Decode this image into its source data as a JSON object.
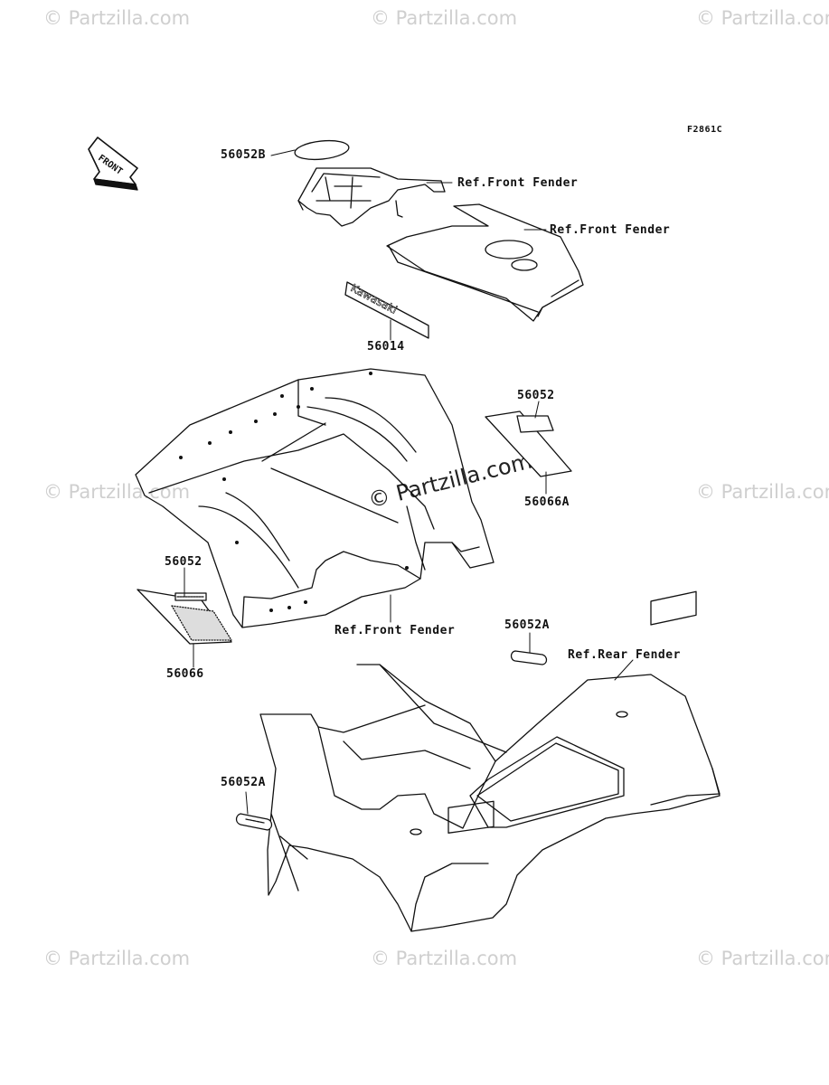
{
  "watermark": "© Partzilla.com",
  "figure_code": "F2861C",
  "direction_label": "FRONT",
  "decal_text": "Kawasaki",
  "labels": {
    "p56052B": "56052B",
    "ref_front_fender_1": "Ref.Front Fender",
    "ref_front_fender_2": "Ref.Front Fender",
    "p56014": "56014",
    "p56052_upper": "56052",
    "p56066A": "56066A",
    "p56052_lower": "56052",
    "p56066": "56066",
    "ref_front_fender_3": "Ref.Front Fender",
    "p56052A_upper": "56052A",
    "ref_rear_fender": "Ref.Rear Fender",
    "p56052A_lower": "56052A"
  }
}
